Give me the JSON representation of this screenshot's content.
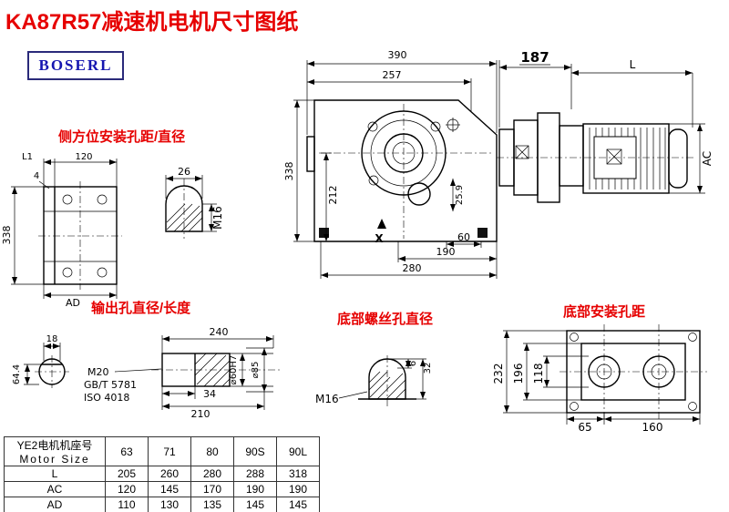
{
  "title": "KA87R57减速机电机尺寸图纸",
  "logo": "BOSERL",
  "colors": {
    "accent_red": "#e60000",
    "logo_blue": "#1515b0"
  },
  "labels": {
    "side_mount": "侧方位安装孔距/直径",
    "output": "输出孔直径/长度",
    "bottom_screw": "底部螺丝孔直径",
    "bottom_mount": "底部安装孔距"
  },
  "dims": {
    "front": {
      "w390": "390",
      "w257": "257",
      "h338": "338",
      "h212": "212",
      "d25_9": "25.9",
      "d60": "60",
      "d190": "190",
      "d280": "280",
      "x_mark": "X"
    },
    "motor": {
      "d187": "187",
      "l": "L",
      "ac": "AC"
    },
    "side": {
      "l1": "L1",
      "d120": "120",
      "d4": "4",
      "h338": "338",
      "ad": "AD"
    },
    "keyhole": {
      "d26": "26",
      "m16": "M16"
    },
    "shaft": {
      "d18": "18",
      "d64_4": "64.4",
      "d240": "240",
      "m20": "M20",
      "gb": "GB/T 5781",
      "iso": "ISO 4018",
      "d34": "34",
      "d210": "210",
      "d60h7": "⌀60H7",
      "d85": "⌀85"
    },
    "screw": {
      "d32": "32",
      "d6": "6",
      "m16": "M16"
    },
    "bottom": {
      "d232": "232",
      "d196": "196",
      "d118": "118",
      "d65": "65",
      "d160": "160"
    }
  },
  "table": {
    "col_header_line1": "YE2电机机座号",
    "col_header_line2": "Motor Size",
    "sizes": [
      "63",
      "71",
      "80",
      "90S",
      "90L"
    ],
    "rows": [
      {
        "label": "L",
        "values": [
          "205",
          "260",
          "280",
          "288",
          "318"
        ]
      },
      {
        "label": "AC",
        "values": [
          "120",
          "145",
          "170",
          "190",
          "190"
        ]
      },
      {
        "label": "AD",
        "values": [
          "110",
          "130",
          "135",
          "145",
          "145"
        ]
      }
    ]
  }
}
